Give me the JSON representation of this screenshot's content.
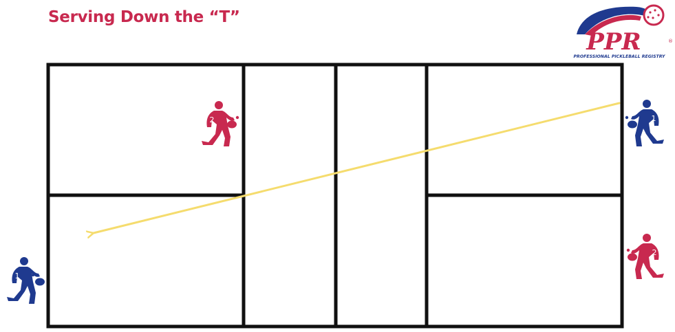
{
  "title": "Serving Down the “T”",
  "logo": {
    "letters": "PPR",
    "tagline": "PROFESSIONAL PICKLEBALL REGISTRY",
    "registered": "®"
  },
  "players": [
    {
      "number": "2",
      "team": "red"
    },
    {
      "number": "1",
      "team": "blue"
    },
    {
      "number": "1",
      "team": "blue"
    },
    {
      "number": "2",
      "team": "red"
    }
  ],
  "colors": {
    "title": "#c8294f",
    "red_team": "#c8294f",
    "blue_team": "#1f3a8f",
    "serve_arrow": "#f5dc6e",
    "court_lines": "#111111"
  }
}
